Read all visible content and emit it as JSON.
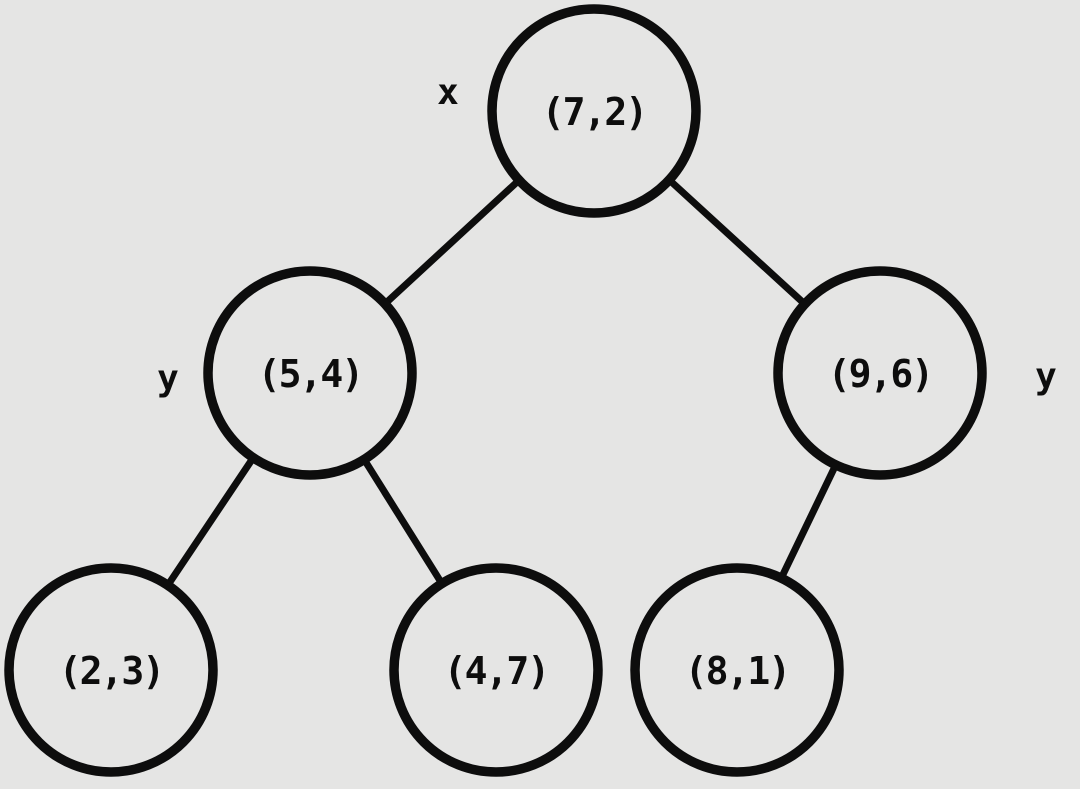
{
  "diagram": {
    "type": "kd-tree",
    "colors": {
      "background": "#e5e5e4",
      "stroke": "#0d0d0d",
      "text": "#0d0d0d"
    },
    "nodes": [
      {
        "id": "root",
        "label": "(7,2)",
        "axis_label": "x",
        "depth": 0
      },
      {
        "id": "left-child",
        "label": "(5,4)",
        "axis_label": "y",
        "depth": 1
      },
      {
        "id": "right-child",
        "label": "(9,6)",
        "axis_label": "y",
        "depth": 1
      },
      {
        "id": "leaf-left-left",
        "label": "(2,3)",
        "depth": 2
      },
      {
        "id": "leaf-left-right",
        "label": "(4,7)",
        "depth": 2
      },
      {
        "id": "leaf-right-left",
        "label": "(8,1)",
        "depth": 2
      }
    ],
    "edges": [
      {
        "from": "(7,2)",
        "to": "(5,4)"
      },
      {
        "from": "(7,2)",
        "to": "(9,6)"
      },
      {
        "from": "(5,4)",
        "to": "(2,3)"
      },
      {
        "from": "(5,4)",
        "to": "(4,7)"
      },
      {
        "from": "(9,6)",
        "to": "(8,1)"
      }
    ]
  }
}
